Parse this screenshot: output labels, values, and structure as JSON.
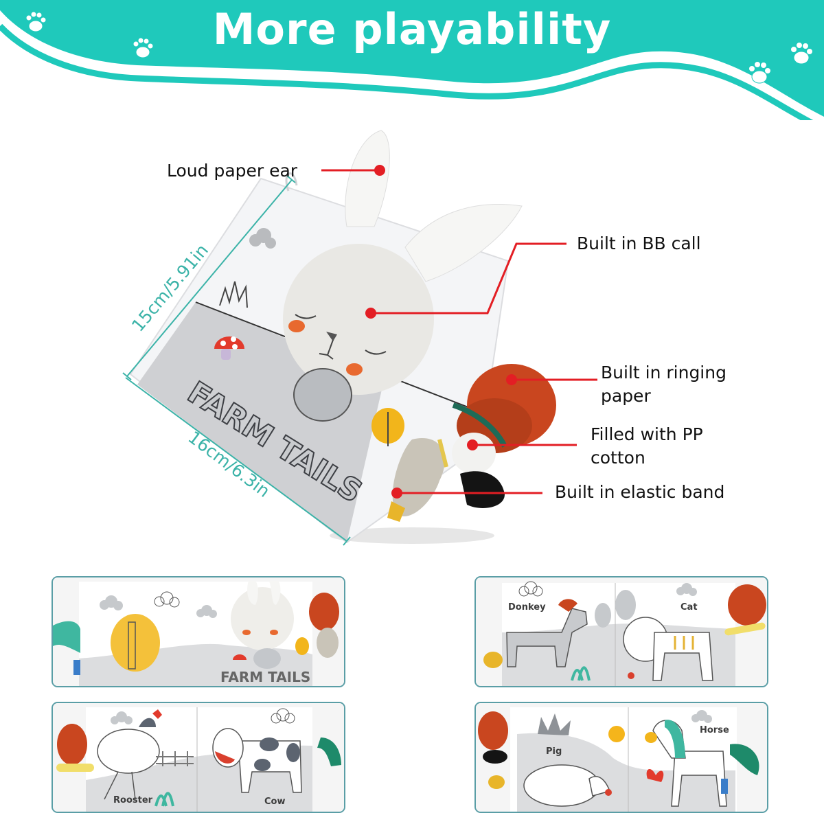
{
  "banner": {
    "title": "More playability",
    "background_color": "#1fc9bb",
    "paw_icons": 4
  },
  "product": {
    "book_title": "FARM TAILS",
    "dimensions": {
      "height_label": "15cm/5.91in",
      "width_label": "16cm/6.3in"
    },
    "callouts": [
      {
        "label": "Loud paper ear"
      },
      {
        "label": "Built in BB call"
      },
      {
        "label_line1": "Built in ringing",
        "label_line2": "paper"
      },
      {
        "label_line1": "Filled with PP",
        "label_line2": "cotton"
      },
      {
        "label": "Built in elastic band"
      }
    ],
    "callout_line_color": "#e31e24",
    "dimension_line_color": "#3bb3a8"
  },
  "thumbnails": [
    {
      "title": "FARM TAILS",
      "labels": []
    },
    {
      "labels": [
        "Donkey",
        "Cat"
      ]
    },
    {
      "labels": [
        "Rooster",
        "Cow"
      ]
    },
    {
      "labels": [
        "Pig",
        "Horse"
      ]
    }
  ]
}
